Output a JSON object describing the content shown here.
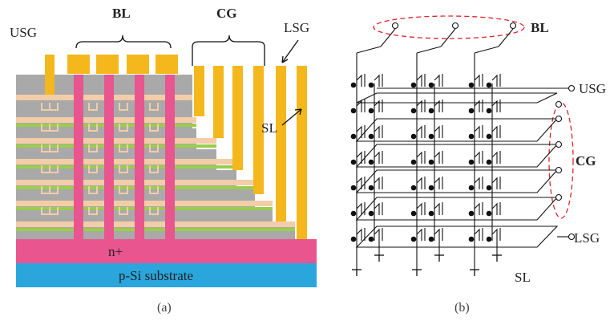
{
  "panel_a": {
    "labels": {
      "usg": "USG",
      "bl": "BL",
      "cg": "CG",
      "lsg": "LSG",
      "sl": "SL",
      "n_plus": "n+",
      "substrate": "p-Si substrate"
    },
    "caption": "(a)",
    "colors": {
      "gray_layer": "#a9a9a9",
      "peach_layer": "#f2cda8",
      "green_layer": "#9acd4e",
      "pink_channel": "#e8558f",
      "gold_contact": "#f4b81c",
      "n_plus": "#e8558f",
      "substrate": "#2aa6dc"
    }
  },
  "panel_b": {
    "labels": {
      "bl": "BL",
      "usg": "USG",
      "cg": "CG",
      "lsg": "LSG",
      "sl": "SL"
    },
    "caption": "(b)",
    "colors": {
      "wire": "#111111",
      "highlight_ellipse": "#d9262b"
    }
  }
}
